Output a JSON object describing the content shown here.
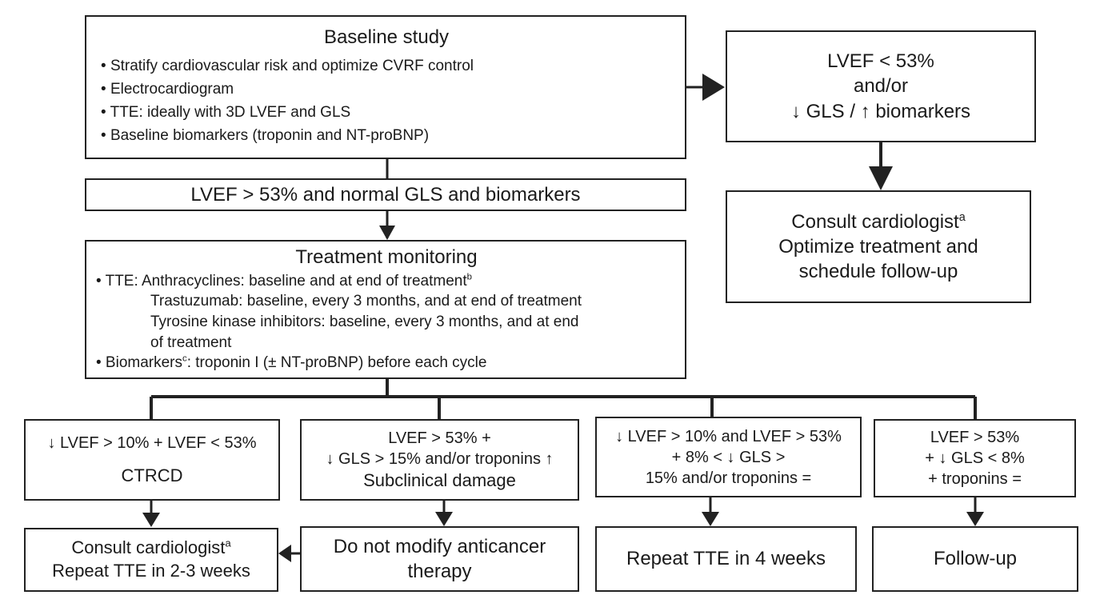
{
  "baseline": {
    "title": "Baseline study",
    "items": [
      "Stratify cardiovascular risk and optimize CVRF control",
      "Electrocardiogram",
      "TTE: ideally with 3D LVEF and GLS",
      "Baseline biomarkers (troponin and NT-proBNP)"
    ]
  },
  "normal": {
    "text": "LVEF > 53% and normal GLS and biomarkers"
  },
  "abnormal": {
    "line1": "LVEF < 53%",
    "line2": "and/or",
    "line3": "↓ GLS / ↑ biomarkers"
  },
  "consult_top": {
    "line1": "Consult cardiologist",
    "line1_sup": "a",
    "line2": "Optimize treatment and",
    "line3": "schedule follow-up"
  },
  "monitoring": {
    "title": "Treatment monitoring",
    "tte_prefix": "• TTE: ",
    "tte_anthra": "Anthracyclines: baseline and at end of treatment",
    "tte_anthra_sup": "b",
    "tte_trastu": "Trastuzumab: baseline, every 3 months, and at end of treatment",
    "tte_tki_1": "Tyrosine kinase inhibitors: baseline, every 3 months, and at end",
    "tte_tki_2": "of treatment",
    "bio_prefix": "• Biomarkers",
    "bio_sup": "c",
    "bio_text": ": troponin I (± NT-proBNP) before each cycle"
  },
  "outcomes": [
    {
      "line1": "↓ LVEF > 10% + LVEF < 53%",
      "line2": "CTRCD"
    },
    {
      "line1": "LVEF > 53% +",
      "line2": "↓ GLS > 15% and/or troponins ↑",
      "line3": "Subclinical damage"
    },
    {
      "line1": "↓ LVEF > 10% and LVEF > 53%",
      "line2": "+ 8% < ↓ GLS >",
      "line3": "15% and/or troponins ="
    },
    {
      "line1": "LVEF > 53%",
      "line2": "+ ↓ GLS < 8%",
      "line3": "+ troponins ="
    }
  ],
  "actions": [
    {
      "line1": "Consult cardiologist",
      "line1_sup": "a",
      "line2": "Repeat TTE in 2-3 weeks"
    },
    {
      "line1": "Do not modify anticancer",
      "line2": "therapy"
    },
    {
      "line1": "Repeat TTE in 4 weeks"
    },
    {
      "line1": "Follow-up"
    }
  ]
}
